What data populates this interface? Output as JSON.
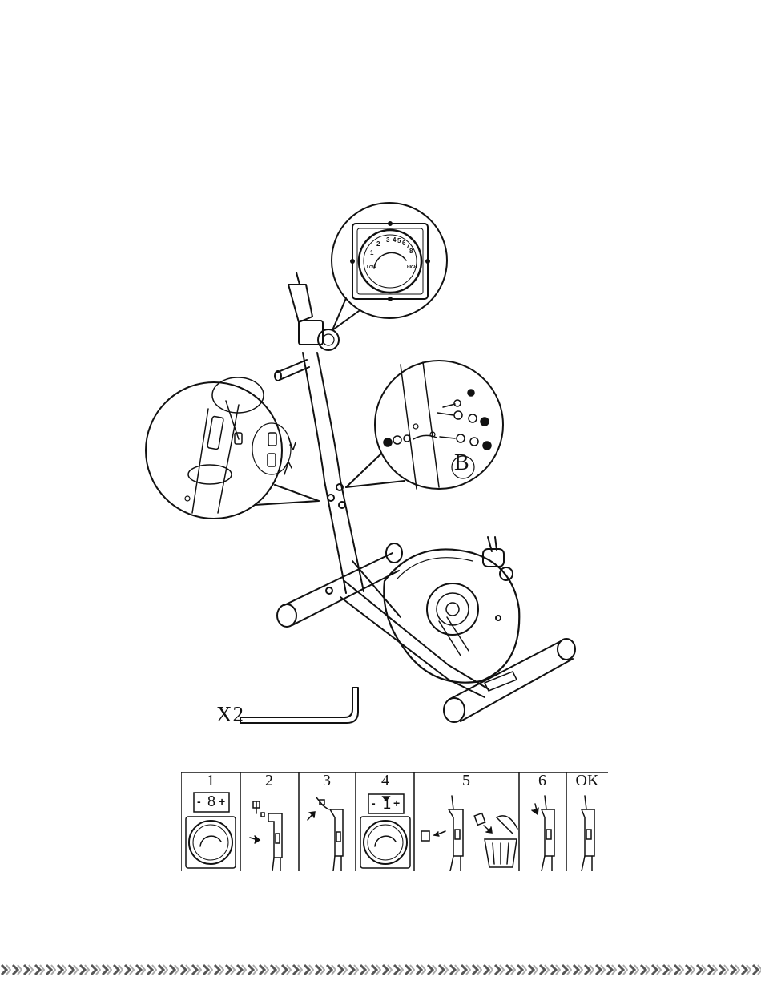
{
  "callouts": {
    "hardware_detail_letter": "B",
    "tool_quantity": "X2"
  },
  "knob_dial": {
    "scale_numbers": [
      "1",
      "2",
      "3",
      "4",
      "5",
      "6",
      "7",
      "8"
    ],
    "low_label": "LOW",
    "high_label": "HIGH"
  },
  "tension_steps": [
    {
      "label": "1",
      "display_digit": "8",
      "minus": "-",
      "plus": "+"
    },
    {
      "label": "2"
    },
    {
      "label": "3"
    },
    {
      "label": "4",
      "display_digit": "1",
      "minus": "-",
      "plus": "+"
    },
    {
      "label": "5"
    },
    {
      "label": "6"
    },
    {
      "label": "OK"
    }
  ]
}
